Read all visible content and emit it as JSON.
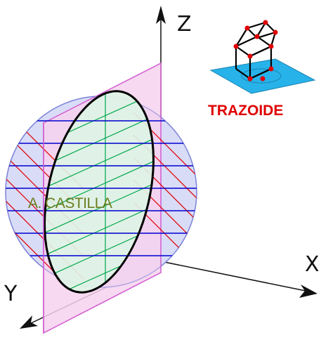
{
  "axes": {
    "z": "Z",
    "x": "X",
    "y": "Y"
  },
  "author": "A. CASTILLA",
  "brand": {
    "name": "TRAZOIDE",
    "color": "#e00000"
  },
  "colors": {
    "sphere_fill": "#d9dcf7",
    "sphere_outline": "#7e86d8",
    "plane_fill": "#f6d2ee",
    "plane_outline": "#d35bd0",
    "section_fill": "#def5e6",
    "section_outline": "#000000",
    "parallels": "#0000d0",
    "red_hatch": "#e00000",
    "green_hatch": "#00a64a",
    "logo_plate": "#27b2ea"
  }
}
